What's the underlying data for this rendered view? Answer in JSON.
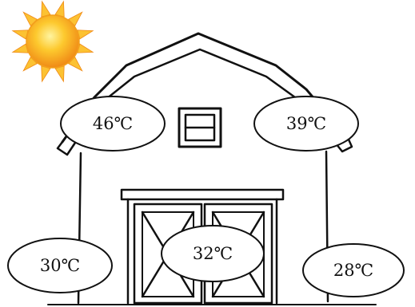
{
  "colors": {
    "sun_core": "#fbb522",
    "sun_edge": "#f08a16",
    "sun_rays": "#fcc232",
    "outline": "#111111",
    "bubble_fill": "#ffffff"
  },
  "icons": {
    "sun": "sun-icon",
    "barn": "barn-icon"
  },
  "temperatures": {
    "roof_left": "46℃",
    "roof_right": "39℃",
    "ground_left": "30℃",
    "door_center": "32℃",
    "ground_right": "28℃"
  }
}
